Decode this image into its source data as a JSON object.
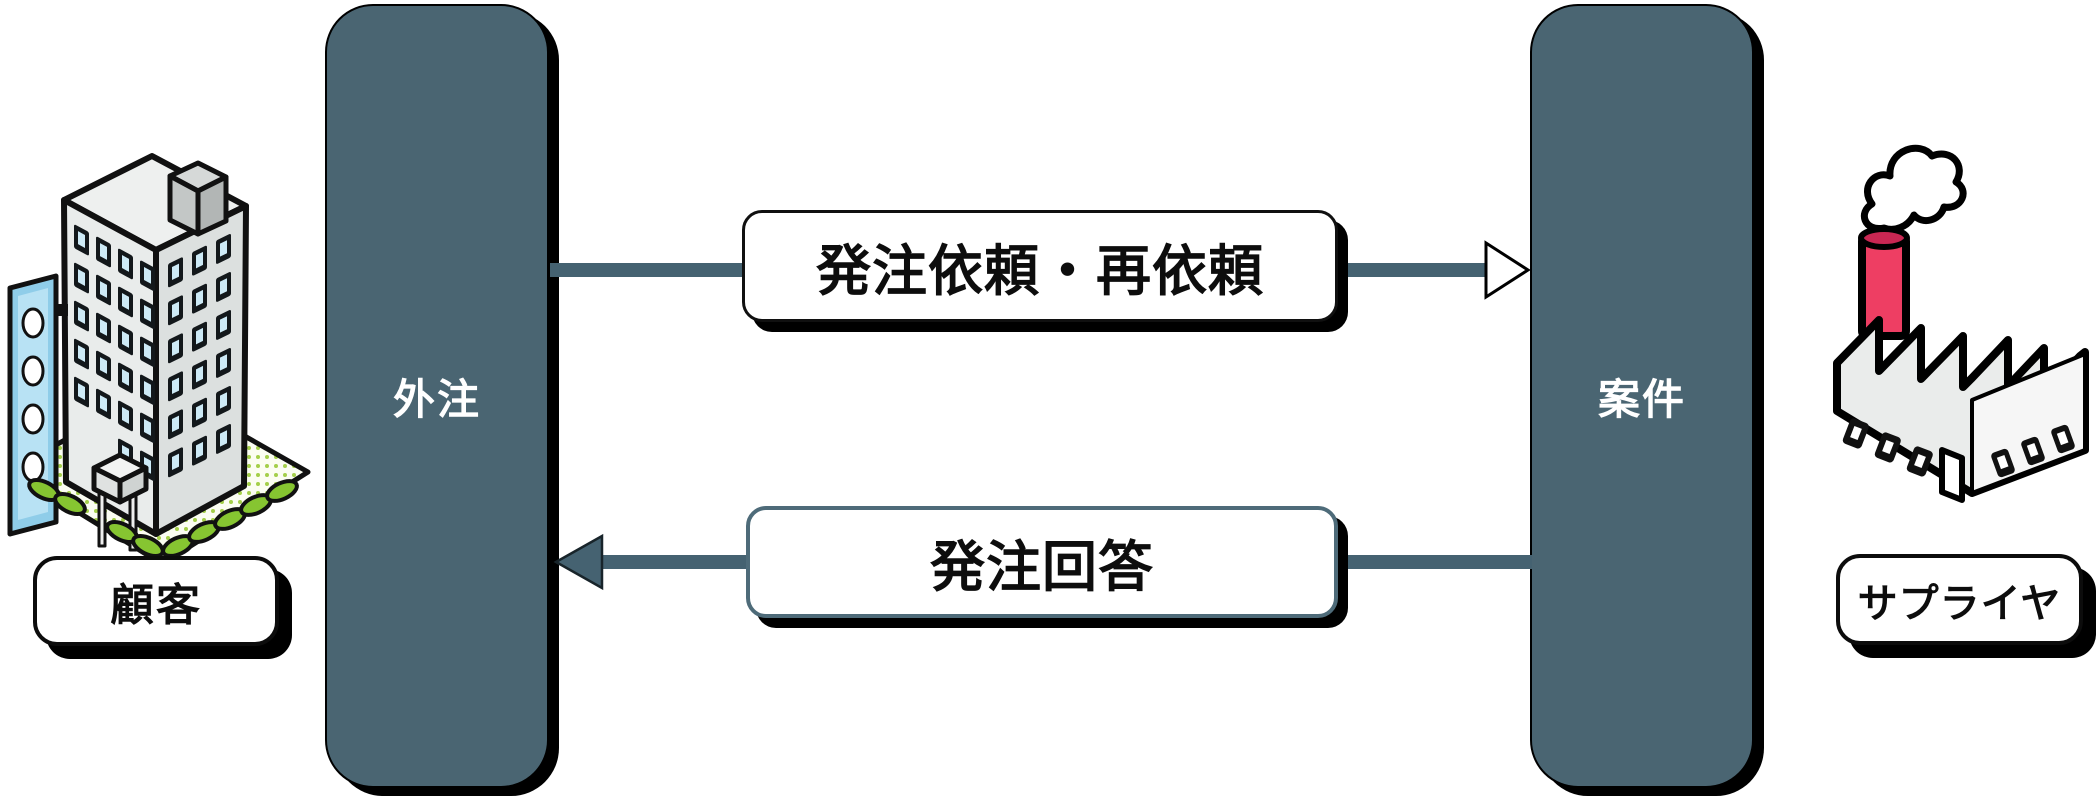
{
  "diagram_type": "entity-flow-diagram",
  "palette": {
    "background": "#ffffff",
    "pillar_fill": "#4a6572",
    "arrow_color": "#456271",
    "outline": "#000000",
    "box_fill": "#ffffff",
    "text_on_pillar": "#ffffff",
    "text_dark": "#0d0d0d",
    "chimney_pink": "#ee3e63",
    "greenery_green": "#8cc63e",
    "sign_blue": "#9fd4ed",
    "window_pane_blue": "#cdeaf6"
  },
  "entities": {
    "customer": {
      "label": "顧客",
      "icon": "office-building-illustration"
    },
    "outsourcing": {
      "label": "外注"
    },
    "project": {
      "label": "案件"
    },
    "supplier": {
      "label": "サプライヤ",
      "icon": "factory-illustration"
    }
  },
  "flows": [
    {
      "id": "order-request",
      "label": "発注依頼・再依頼",
      "from": "外注",
      "to": "案件",
      "direction": "right",
      "arrowhead": "open-triangle"
    },
    {
      "id": "order-response",
      "label": "発注回答",
      "from": "案件",
      "to": "外注",
      "direction": "left",
      "arrowhead": "filled-triangle"
    }
  ]
}
